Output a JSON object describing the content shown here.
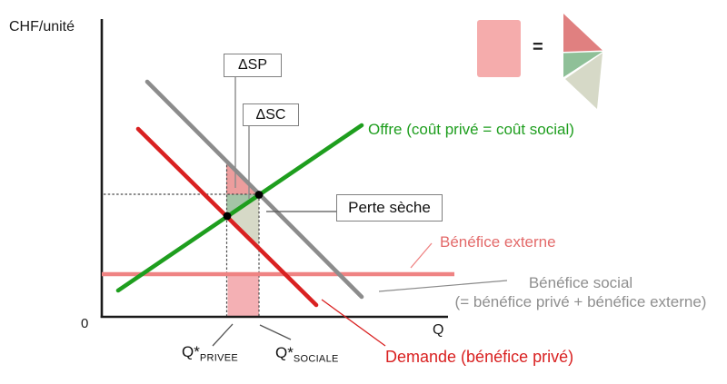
{
  "axes": {
    "y_label": "CHF/unité",
    "x_label": "Q",
    "origin_label": "0"
  },
  "curves": {
    "supply": {
      "label": "Offre (coût privé = coût social)",
      "color": "#1e9e1e"
    },
    "demand": {
      "label": "Demande (bénéfice privé)",
      "color": "#d92121"
    },
    "social_benefit": {
      "label_line1": "Bénéfice social",
      "label_line2": "(= bénéfice privé + bénéfice externe)",
      "color": "#8c8c8c",
      "text_color": "#8f8f8f"
    },
    "external_benefit": {
      "label": "Bénéfice externe",
      "color": "#ef8383",
      "text_color": "#e36a6a"
    }
  },
  "annotations": {
    "delta_sp": "ΔSP",
    "delta_sc": "ΔSC",
    "deadweight_loss": "Perte sèche",
    "equals": "=",
    "q_private": {
      "main": "Q*",
      "sub": "PRIVEE"
    },
    "q_social": {
      "main": "Q*",
      "sub": "SOCIALE"
    }
  },
  "colors": {
    "axis": "#1a1a1a",
    "dwl_triangle_fill": "#ec9d9d",
    "gain_triangle_fill": "#a3c4a6",
    "net_triangle_fill": "#d6d9c7",
    "external_rect_fill": "#f4b0b4",
    "legend_rect_fill": "#f5acac",
    "legend_red_triangle": "#e08080",
    "legend_green_triangle": "#8fc098",
    "legend_light_triangle": "#d6d9c7",
    "guide_dotted": "#4a4a4a",
    "leader_gray": "#8a8a8a",
    "leader_dark": "#555555"
  }
}
